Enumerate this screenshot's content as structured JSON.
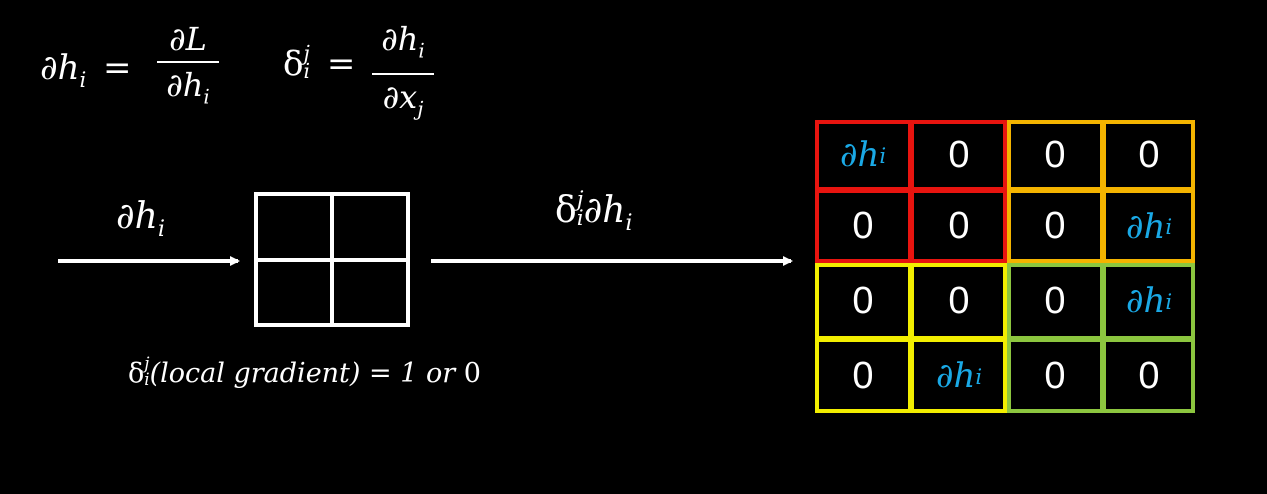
{
  "equations": {
    "dh_lhs": "∂h",
    "dh_lhs_sub": "i",
    "dh_eq": "=",
    "dh_num": "∂L",
    "dh_den": "∂h",
    "dh_den_sub": "i",
    "delta_lhs": "δ",
    "delta_sup": "j",
    "delta_sub": "i",
    "delta_eq": "=",
    "delta_num": "∂h",
    "delta_num_sub": "i",
    "delta_den": "∂x",
    "delta_den_sub": "j"
  },
  "left_arrow_label": {
    "text": "∂h",
    "sub": "i"
  },
  "right_arrow_label": {
    "delta": "δ",
    "sup": "j",
    "sub": "i",
    "text": "∂h",
    "text_sub": "i"
  },
  "local_gradient": {
    "delta": "δ",
    "sup": "j",
    "sub": "i",
    "text": "(local gradient) = 1 ",
    "or": "or",
    "zero": " 0"
  },
  "matrix": {
    "cells": [
      [
        {
          "v": "∂h",
          "s": "i"
        },
        {
          "v": "0"
        },
        {
          "v": "0"
        },
        {
          "v": "0"
        }
      ],
      [
        {
          "v": "0"
        },
        {
          "v": "0"
        },
        {
          "v": "0"
        },
        {
          "v": "∂h",
          "s": "i"
        }
      ],
      [
        {
          "v": "0"
        },
        {
          "v": "0"
        },
        {
          "v": "0"
        },
        {
          "v": "∂h",
          "s": "i"
        }
      ],
      [
        {
          "v": "0"
        },
        {
          "v": "∂h",
          "s": "i"
        },
        {
          "v": "0"
        },
        {
          "v": "0"
        }
      ]
    ],
    "colors": {
      "top_left": "#e8140f",
      "top_right": "#f4b400",
      "bottom_left": "#f2ee00",
      "bottom_right": "#8cc63f",
      "highlight": "#1aa9e6"
    }
  },
  "colors": {
    "background": "#000000",
    "foreground": "#ffffff"
  }
}
